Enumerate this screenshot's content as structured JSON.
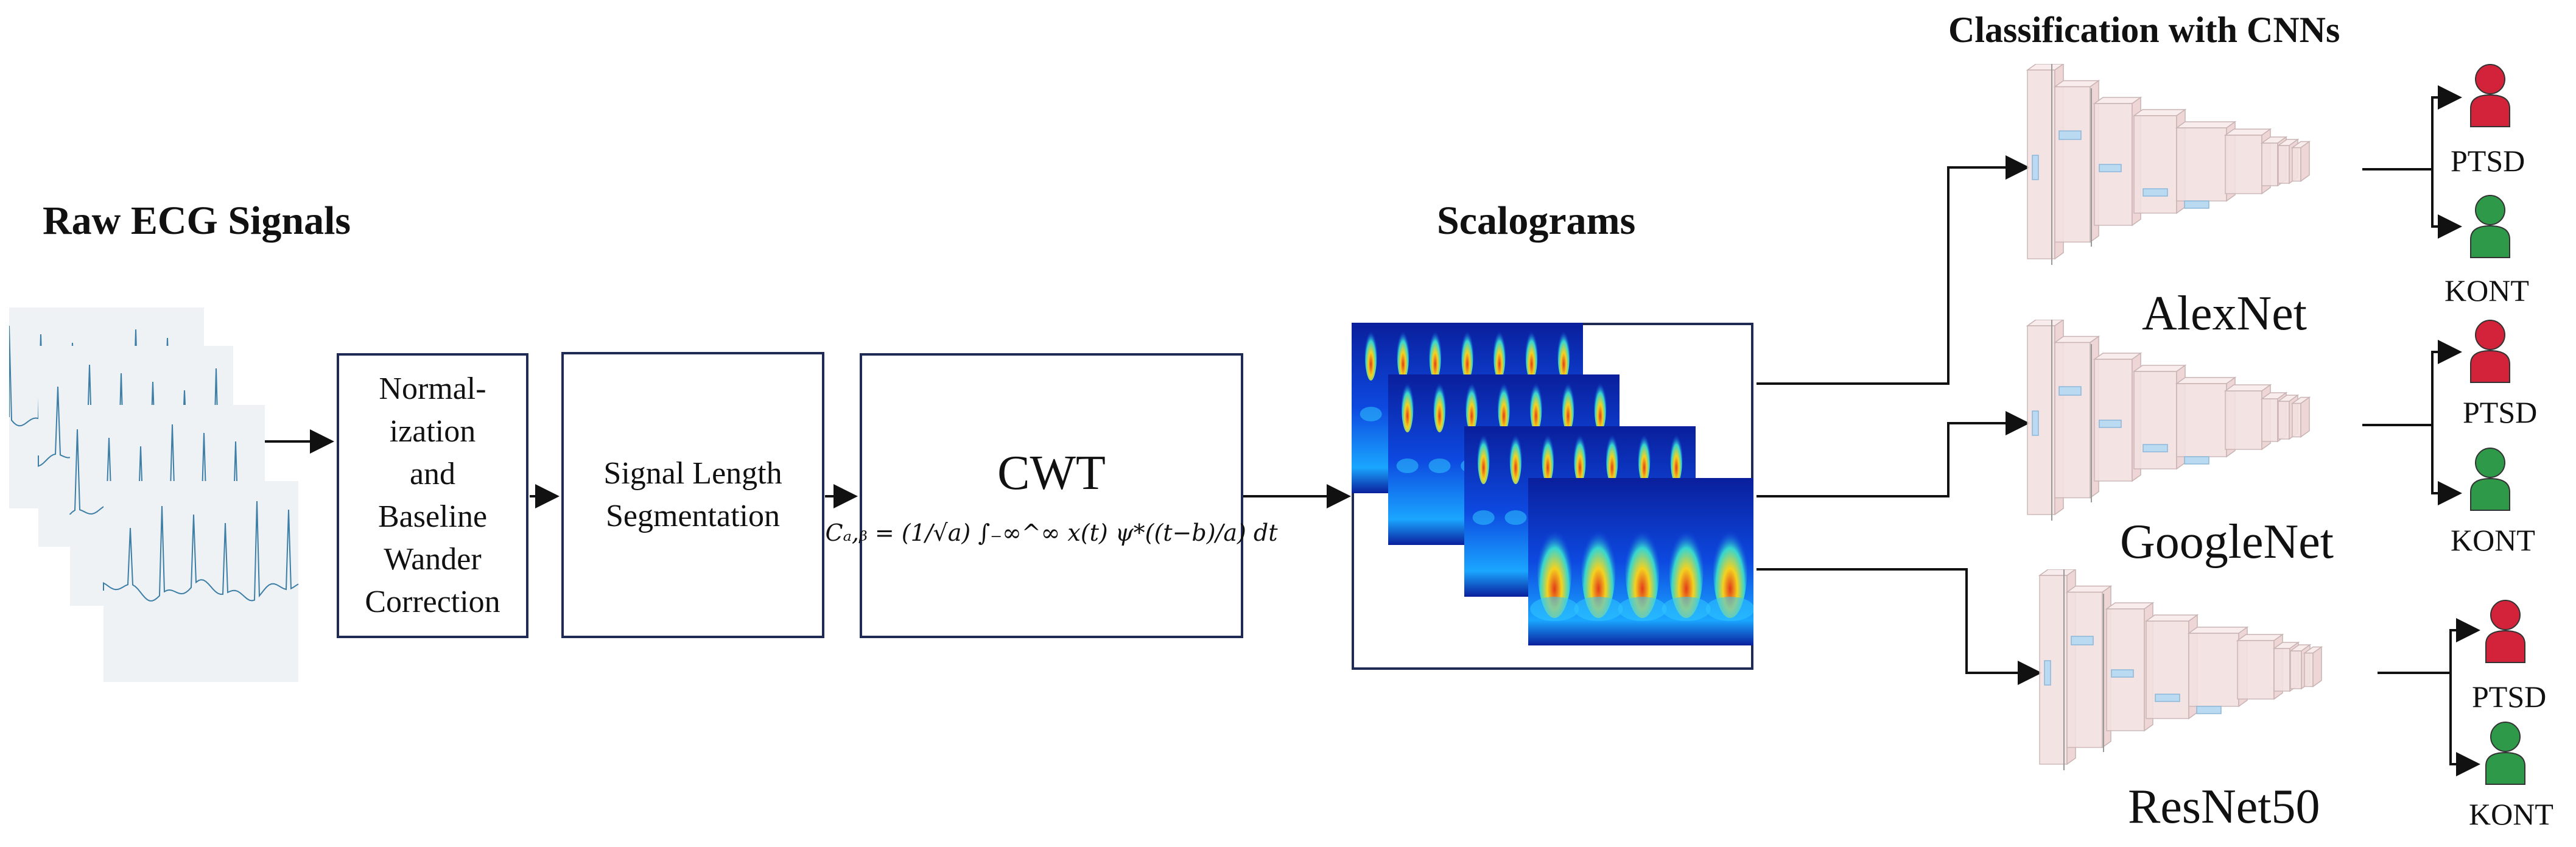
{
  "headers": {
    "raw_signals": "Raw ECG Signals",
    "scalograms": "Scalograms",
    "classification": "Classification with CNNs"
  },
  "steps": {
    "normalization_lines": [
      "Normal-",
      "ization",
      "and",
      "Baseline",
      "Wander",
      "Correction"
    ],
    "segmentation_lines": [
      "Signal Length",
      "Segmentation"
    ],
    "cwt_title": "CWT",
    "cwt_formula": "Cₐ,ᵦ = (1/√a) ∫₋∞^∞ x(t) ψ*((t−b)/a) dt"
  },
  "models": [
    {
      "name": "AlexNet",
      "class_positive": "PTSD",
      "class_negative": "KONT"
    },
    {
      "name": "GoogleNet",
      "class_positive": "PTSD",
      "class_negative": "KONT"
    },
    {
      "name": "ResNet50",
      "class_positive": "PTSD",
      "class_negative": "KONT"
    }
  ],
  "colors": {
    "box_border": "#1f2a55",
    "ecg_trace": "#3d7ea6",
    "ecg_bg": "#eef2f4",
    "ptsd_icon": "#d3233a",
    "kont_icon": "#2e9a49",
    "cnn_layer": "#f3e1e1",
    "cnn_feature": "#b9daf0"
  }
}
